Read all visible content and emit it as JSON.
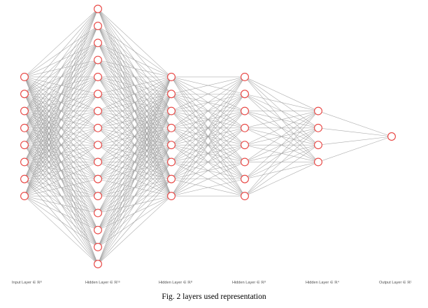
{
  "network": {
    "node_color": "#e8423f",
    "edge_color": "#9e9e9e",
    "layers": [
      {
        "name": "input",
        "label": "Input Layer ∈ ℝ⁸",
        "nodes": 8
      },
      {
        "name": "hidden-1",
        "label": "Hidden Layer ∈ ℝ¹⁶",
        "nodes": 16
      },
      {
        "name": "hidden-2",
        "label": "Hidden Layer ∈ ℝ⁸",
        "nodes": 8
      },
      {
        "name": "hidden-3",
        "label": "Hidden Layer ∈ ℝ⁸",
        "nodes": 8
      },
      {
        "name": "hidden-4",
        "label": "Hidden Layer ∈ ℝ⁴",
        "nodes": 4
      },
      {
        "name": "output",
        "label": "Output Layer ∈ ℝ¹",
        "nodes": 1
      }
    ]
  },
  "caption": "Fig. 2 layers used representation"
}
